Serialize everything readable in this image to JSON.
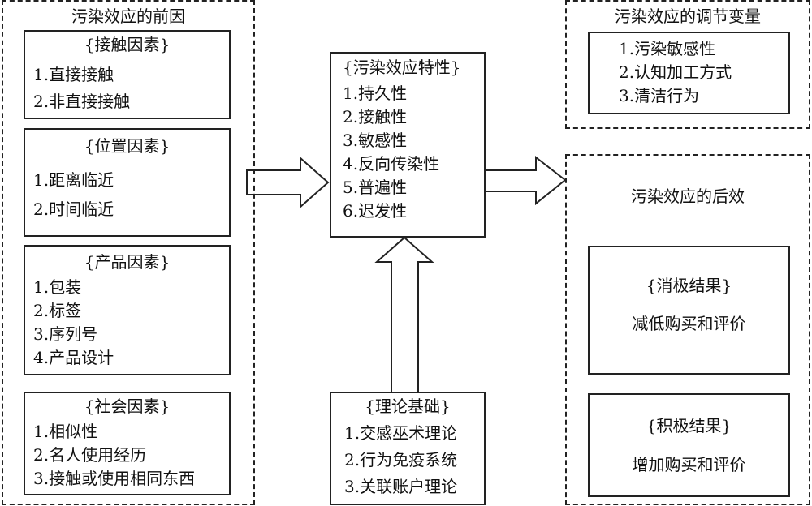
{
  "antecedents": {
    "title": "污染效应的前因",
    "groups": [
      {
        "heading": "{接触因素}",
        "items": [
          "1.直接接触",
          "2.非直接接触"
        ]
      },
      {
        "heading": "{位置因素}",
        "items": [
          "1.距离临近",
          "2.时间临近"
        ]
      },
      {
        "heading": "{产品因素}",
        "items": [
          "1.包装",
          "2.标签",
          "3.序列号",
          "4.产品设计"
        ]
      },
      {
        "heading": "{社会因素}",
        "items": [
          "1.相似性",
          "2.名人使用经历",
          "3.接触或使用相同东西"
        ]
      }
    ]
  },
  "characteristics": {
    "heading": "{污染效应特性}",
    "items": [
      "1.持久性",
      "2.接触性",
      "3.敏感性",
      "4.反向传染性",
      "5.普遍性",
      "6.迟发性"
    ]
  },
  "theory": {
    "heading": "{理论基础}",
    "items": [
      "1.交感巫术理论",
      "2.行为免疫系统",
      "3.关联账户理论"
    ]
  },
  "moderators": {
    "title": "污染效应的调节变量",
    "items": [
      "1.污染敏感性",
      "2.认知加工方式",
      "3.清洁行为"
    ]
  },
  "consequences": {
    "title": "污染效应的后效",
    "negative": {
      "heading": "{消极结果}",
      "text": "减低购买和评价"
    },
    "positive": {
      "heading": "{积极结果}",
      "text": "增加购买和评价"
    }
  }
}
